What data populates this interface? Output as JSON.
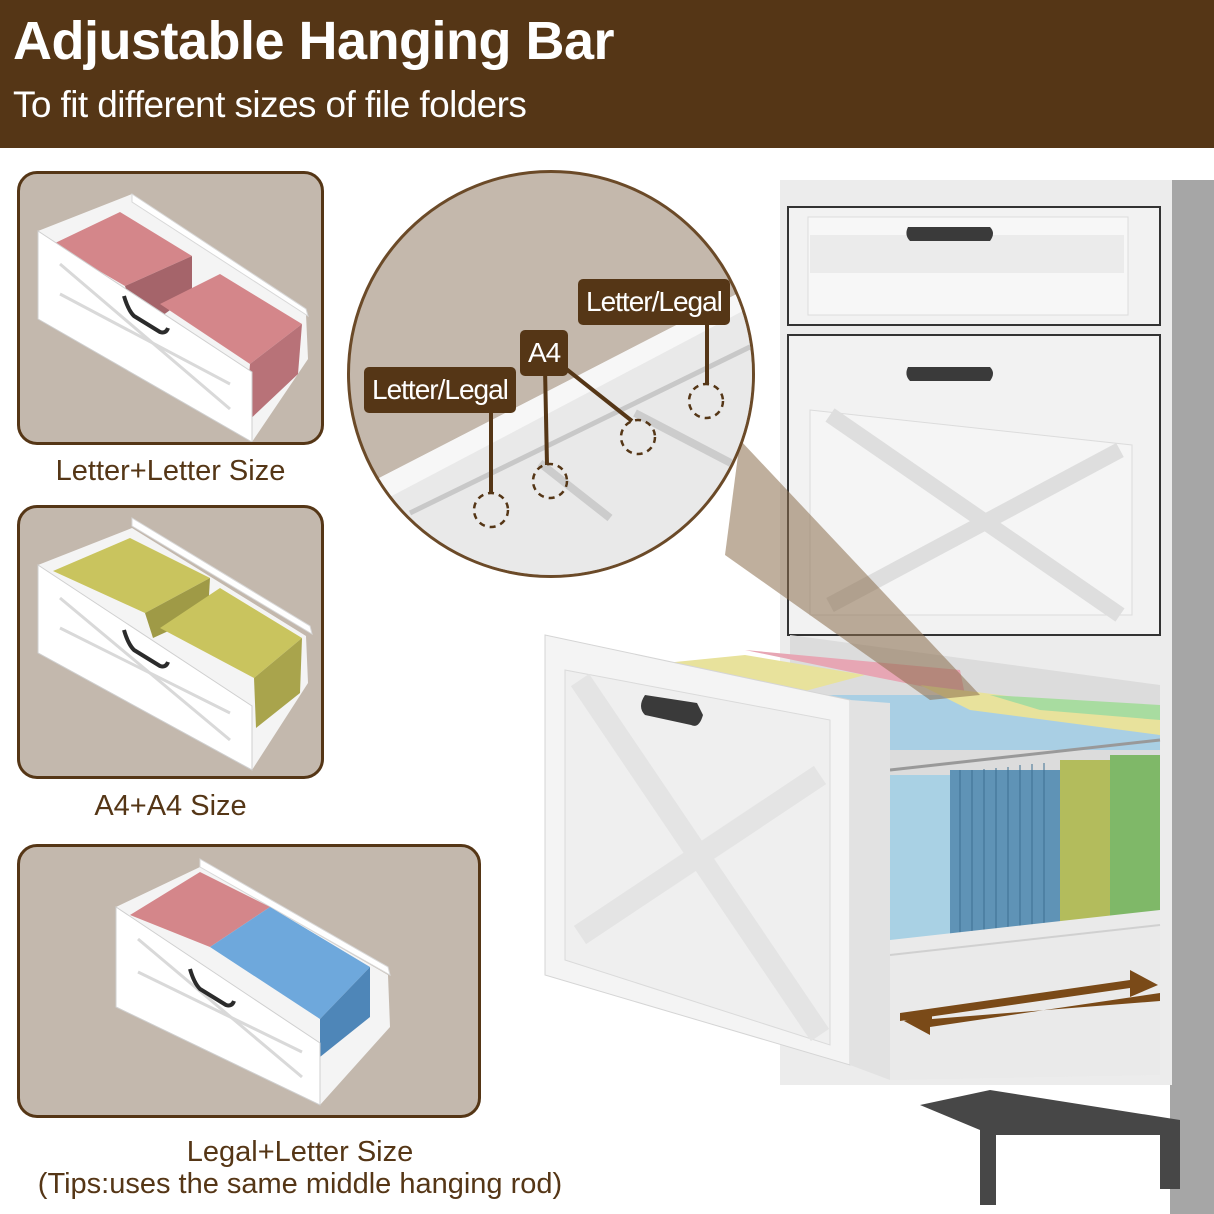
{
  "header": {
    "title": "Adjustable Hanging Bar",
    "subtitle": "To fit different sizes of file folders",
    "background_color": "#553616"
  },
  "panels": [
    {
      "caption": "Letter+Letter Size",
      "folders": [
        {
          "position": "front",
          "color": "#d4868a"
        },
        {
          "position": "back",
          "color": "#d4868a"
        }
      ]
    },
    {
      "caption": "A4+A4 Size",
      "folders": [
        {
          "position": "front",
          "color": "#c9c45e"
        },
        {
          "position": "back",
          "color": "#c9c45e"
        }
      ]
    },
    {
      "caption": "Legal+Letter Size",
      "caption_tip": "(Tips:uses the same middle hanging rod)",
      "folders": [
        {
          "position": "front",
          "color": "#d4868a"
        },
        {
          "position": "back",
          "color": "#6ea8dc"
        }
      ]
    }
  ],
  "magnifier": {
    "callouts": [
      {
        "label": "Letter/Legal",
        "position": "left"
      },
      {
        "label": "A4",
        "position": "middle"
      },
      {
        "label": "Letter/Legal",
        "position": "right"
      }
    ]
  },
  "cabinet": {
    "drawers": [
      "top-drawer",
      "middle-drawer",
      "bottom-file-drawer"
    ],
    "folder_colors": [
      "#e8e29c",
      "#e7a6b4",
      "#a9cfe4",
      "#6d9fbf",
      "#b8c46a",
      "#8ec27c"
    ],
    "slide_arrow_color": "#7a4a18"
  },
  "colors": {
    "panel_bg": "#c3b8ad",
    "panel_border": "#553616",
    "caption_text": "#553616"
  }
}
